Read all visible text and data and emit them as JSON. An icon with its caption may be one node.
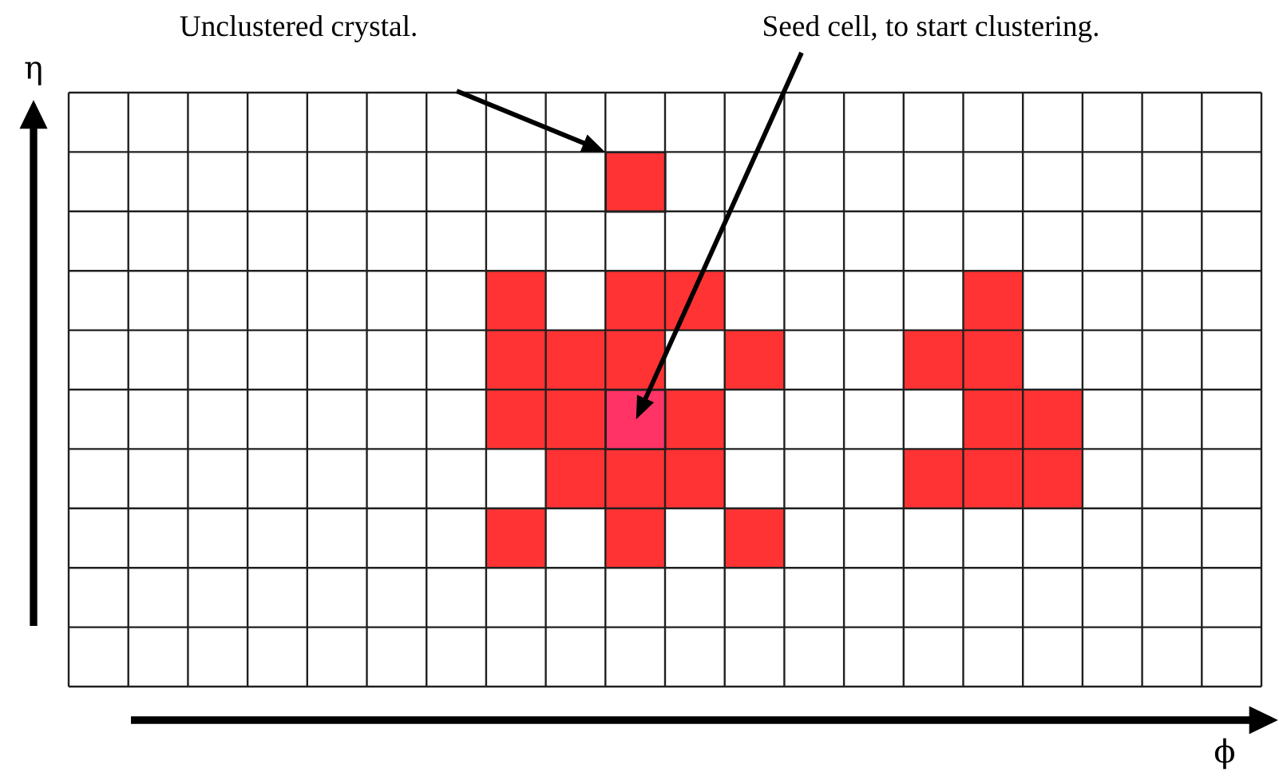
{
  "diagram": {
    "nodes": [
      {
        "text": [
          "Unclustered crystal."
        ]
      },
      {
        "text": [
          "Seed cell, to start clustering."
        ]
      },
      {
        "text": [],
        "shape": "box"
      },
      {
        "text": [],
        "shape": "box"
      }
    ],
    "edges": [
      {
        "from": 0,
        "to": 2,
        "arrow": "to"
      },
      {
        "from": 1,
        "to": 3,
        "arrow": "to"
      }
    ],
    "labels": [
      "η",
      "ϕ"
    ]
  }
}
